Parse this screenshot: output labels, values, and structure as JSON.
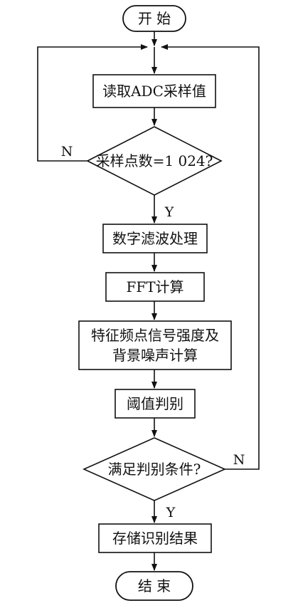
{
  "start": "开 始",
  "end": "结 束",
  "steps": {
    "read_adc": "读取ADC采样值",
    "decision_samples": "采样点数=1 024?",
    "digital_filter": "数字滤波处理",
    "fft": "FFT计算",
    "feature_line1": "特征频点信号强度及",
    "feature_line2": "背景噪声计算",
    "threshold": "阈值判别",
    "decision_condition": "满足判别条件?",
    "store_result": "存储识别结果"
  },
  "branches": {
    "samples_no": "N",
    "samples_yes": "Y",
    "condition_no": "N",
    "condition_yes": "Y"
  },
  "colors": {
    "stroke": "#111111",
    "background": "#ffffff"
  }
}
